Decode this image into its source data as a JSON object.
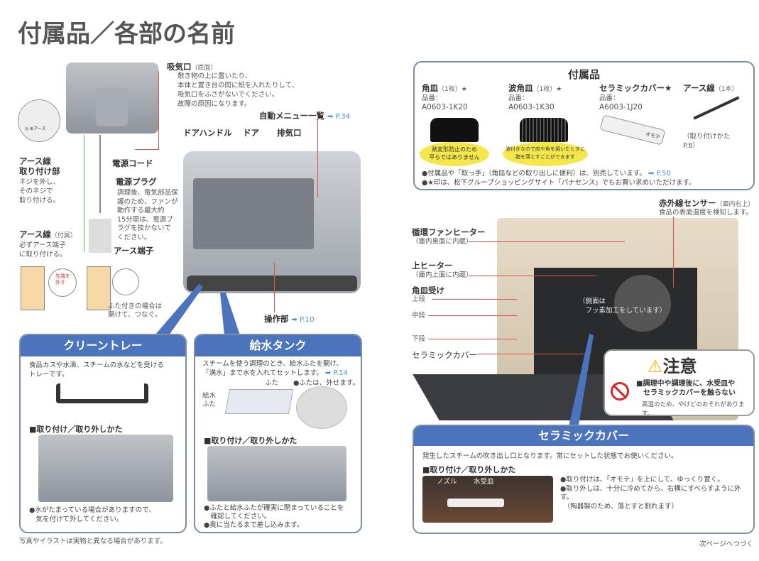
{
  "title": "付属品／各部の名前",
  "left": {
    "intake": {
      "label": "吸気口",
      "sub": "（底面）",
      "desc": [
        "敷き物の上に置いたり、",
        "本体と置き台の間に紙を入れたりして、",
        "吸気口をふさがないでください。",
        "故障の原因になります。"
      ]
    },
    "auto_menu": {
      "label": "自動メニュー一覧",
      "ref": "➡ P.34"
    },
    "door_handle": "ドアハンドル",
    "door": "ドア",
    "exhaust": "排気口",
    "earth_mount": {
      "label": [
        "アース線",
        "取り付け部"
      ],
      "desc": [
        "ネジを外し、",
        "そのネジで",
        "取り付ける。"
      ],
      "inset_text": "◎ ⊕アース"
    },
    "power_cord": "電源コード",
    "power_plug": {
      "label": "電源プラグ",
      "desc": [
        "調理後、電気部品保",
        "護のため、ファンが",
        "動作する最大約",
        "15分間は、電源プ",
        "ラグを抜かないで",
        "ください。"
      ]
    },
    "earth_wire": {
      "label": "アース線",
      "sub": "（付属）",
      "desc": [
        "必ずアース端子",
        "に取り付ける。"
      ]
    },
    "earth_terminal": "アース端子",
    "tip_remove": [
      "先端を",
      "外す"
    ],
    "lid_note": [
      "ふた付きの場合は",
      "開けて、つなぐ。"
    ],
    "control": {
      "label": "操作部",
      "ref": "➡ P.10"
    },
    "clean_tray": {
      "title": "クリーントレー",
      "desc": [
        "食品カスや水滴、スチームの水などを受ける",
        "トレーです。"
      ],
      "howto": "■取り付け／取り外しかた",
      "notes": [
        "●水がたまっている場合がありますので、",
        "　気を付けて外してください。"
      ]
    },
    "water_tank": {
      "title": "給水タンク",
      "desc": [
        "スチームを使う調理のとき、給水ふたを開け、",
        "「満水」まで水を入れてセットします。"
      ],
      "ref": "➡ P.14",
      "lid": "ふた",
      "lid_note": "●ふたは、外せます。",
      "supply_lid": [
        "給水",
        "ふた"
      ],
      "howto": "■取り付け／取り外しかた",
      "notes": [
        "●ふたと給水ふたが確実に閉まっていることを",
        "　確認してください。",
        "●奥に当たるまで差し込みます。"
      ]
    },
    "footer": "写真やイラストは実物と異なる場合があります。"
  },
  "accessories": {
    "title": "付属品",
    "items": [
      {
        "name": "角皿",
        "qty": "（1枚）★",
        "part_label": "品番：",
        "part": "A0603-1K20",
        "note": [
          "熱変形防止のため",
          "平らではありません"
        ]
      },
      {
        "name": "波角皿",
        "qty": "（1枚）★",
        "part_label": "品番：",
        "part": "A0603-1K30",
        "note": [
          "波付きなので肉や魚を焼いたときに",
          "脂を落とすことができます"
        ]
      },
      {
        "name": "セラミックカバー★",
        "qty": "",
        "part_label": "品番：",
        "part": "A6003-1J20",
        "stamp": "オモテ"
      },
      {
        "name": "アース線",
        "qty": "（1本）",
        "note": [
          "（取り付けかたP.8）"
        ]
      }
    ],
    "notes": [
      "●付属品や「取っ手」（角皿などの取り出しに便利）は、別売しています。",
      "●★印は、松下グループショッピングサイト「パナセンス」でもお買い求めいただけます。"
    ],
    "notes_ref": "➡ P.50"
  },
  "right": {
    "ir_sensor": {
      "label": "赤外線センサー",
      "sub": "（庫内右上）",
      "desc": "食品の表面温度を検知します。"
    },
    "fan_heater": {
      "label": "循環ファンヒーター",
      "sub": "（庫内奥面に内蔵）"
    },
    "top_heater": {
      "label": "上ヒーター",
      "sub": "（庫内上面に内蔵）"
    },
    "tray_rails": {
      "label": "角皿受け",
      "levels": [
        "上段",
        "中段",
        "下段"
      ]
    },
    "ceramic_label": "セラミックカバー",
    "side_note": [
      "（側面は",
      "　フッ素加工をしています）"
    ],
    "caution": {
      "title": "注意",
      "lines": [
        "■調理中や調理後に、水受皿や",
        "　セラミックカバーを触らない"
      ],
      "small": "高温のため、やけどのおそれがあります。"
    },
    "ceramic_box": {
      "title": "セラミックカバー",
      "desc": "発生したスチームの吹き出し口となります。常にセットした状態でお使いください。",
      "howto": "■取り付け／取り外しかた",
      "nozzle": "ノズル",
      "water_tray": "水受皿",
      "notes": [
        "●取り付けは、「オモテ」を上にして、ゆっくり置く。",
        "●取り外しは、十分に冷めてから、右横にすべらすように外す。",
        "　（陶器製のため、落とすと割れます）"
      ]
    },
    "continue": "次ページへつづく"
  }
}
